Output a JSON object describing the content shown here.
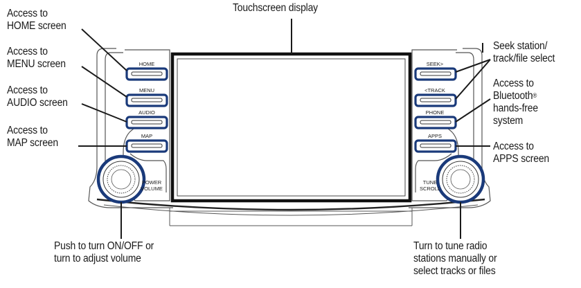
{
  "callouts": {
    "touchscreen": "Touchscreen display",
    "home": [
      "Access to",
      "HOME screen"
    ],
    "menu": [
      "Access to",
      "MENU screen"
    ],
    "audio": [
      "Access to",
      "AUDIO screen"
    ],
    "map": [
      "Access to",
      "MAP screen"
    ],
    "seek": [
      "Seek station/",
      "track/file select"
    ],
    "bluetooth": [
      "Access to",
      "Bluetooth",
      "®",
      "hands-free",
      "system"
    ],
    "apps": [
      "Access to",
      "APPS screen"
    ],
    "power": [
      "Push to turn ON/OFF or",
      "turn to adjust volume"
    ],
    "tune": [
      "Turn to tune radio",
      "stations manually or",
      "select tracks or files"
    ]
  },
  "buttons": {
    "home": "HOME",
    "menu": "MENU",
    "audio": "AUDIO",
    "map": "MAP",
    "seek": "SEEK>",
    "track": "<TRACK",
    "phone": "PHONE",
    "apps": "APPS"
  },
  "knobs": {
    "power_volume": [
      "POWER",
      "VOLUME"
    ],
    "tune_scroll": [
      "TUNE",
      "SCROLL"
    ]
  },
  "colors": {
    "highlight": "#1a3a7a",
    "outline": "#333333",
    "text": "#1a1a1a"
  }
}
